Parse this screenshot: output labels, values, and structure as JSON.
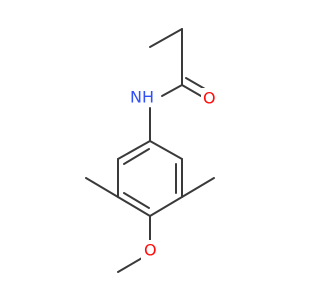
{
  "molecule": {
    "atoms": {
      "nh": {
        "text": "NH",
        "color": "#3050F8"
      },
      "o_carbonyl": {
        "text": "O",
        "color": "#FF0D0D"
      },
      "o_methoxy": {
        "text": "O",
        "color": "#FF0D0D"
      }
    },
    "bond_color": "#3a3a3a"
  }
}
